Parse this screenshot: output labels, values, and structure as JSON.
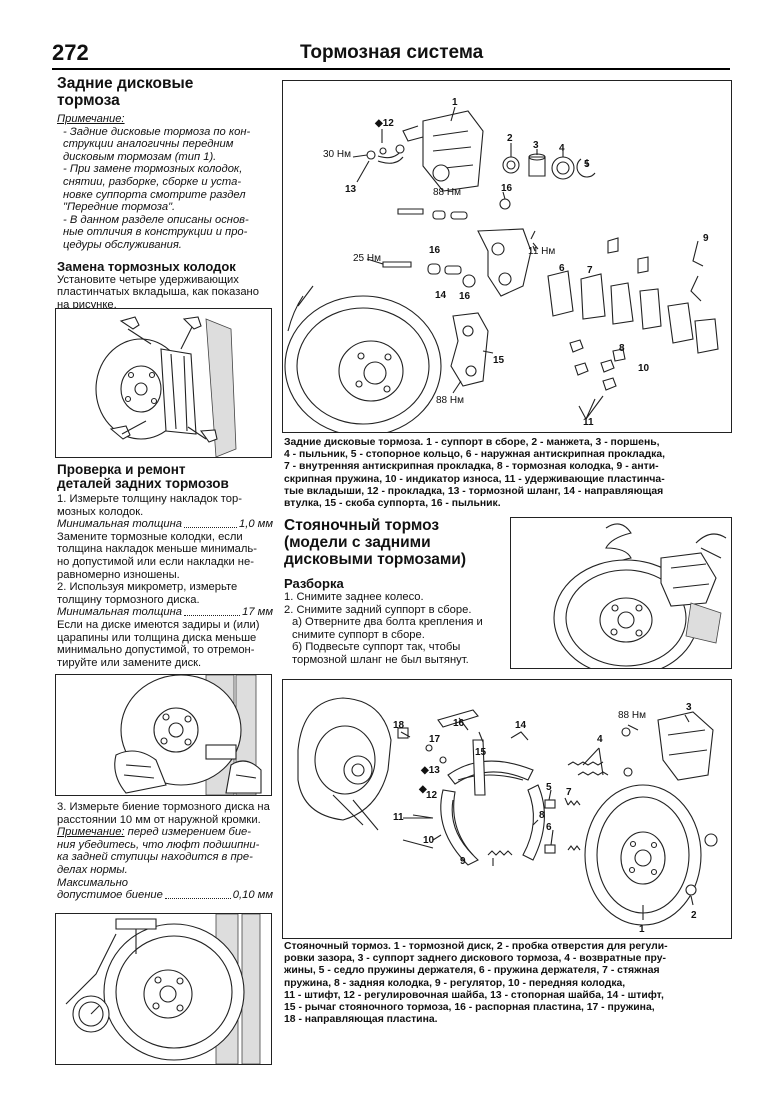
{
  "header": {
    "page_number": "272",
    "section_title": "Тормозная система"
  },
  "left": {
    "rear_disc": {
      "title_line1": "Задние дисковые",
      "title_line2": "тормоза",
      "note_label": "Примечание:",
      "note_lines": [
        "- Задние дисковые тормоза по кон-",
        "струкции аналогичны передним",
        "дисковым тормозам (тип 1).",
        "- При замене тормозных колодок,",
        "снятии, разборке, сборке и уста-",
        "новке суппорта смотрите раздел",
        "\"Передние тормоза\".",
        "- В данном разделе описаны основ-",
        "ные отличия в конструкции и про-",
        "цедуры обслуживания."
      ]
    },
    "pad_replace": {
      "title": "Замена тормозных колодок",
      "lines": [
        "Установите четыре удерживающих",
        "пластинчатых вкладыша, как показано",
        "на рисунке."
      ]
    },
    "check": {
      "title_line1": "Проверка и ремонт",
      "title_line2": "деталей задних тормозов",
      "lines_a": [
        "1. Измерьте толщину накладок тор-",
        "мозных колодок."
      ],
      "spec1_label": "Минимальная толщина",
      "spec1_value": "1,0 мм",
      "lines_b": [
        "Замените тормозные колодки, если",
        "толщина накладок меньше минималь-",
        "но допустимой или если накладки не-",
        "равномерно изношены.",
        "2. Используя микрометр, измерьте",
        "толщину тормозного диска."
      ],
      "spec2_label": "Минимальная толщина",
      "spec2_value": "17 мм",
      "lines_c": [
        "Если на диске имеются задиры и (или)",
        "царапины или толщина диска меньше",
        "минимально допустимой, то отремон-",
        "тируйте или замените диск."
      ]
    },
    "runout": {
      "lines": [
        "3. Измерьте биение тормозного диска на",
        "расстоянии 10 мм от наружной кромки."
      ],
      "note_label": "Примечание:",
      "note_lines": [
        "перед измерением бие-",
        "ния убедитесь, что люфт подшипни-",
        "ка задней ступицы находится в пре-",
        "делах нормы."
      ],
      "spec_label1": "Максимально",
      "spec_label2": "допустимое биение",
      "spec_value": "0,10 мм"
    }
  },
  "fig1": {
    "callouts": [
      "1",
      "2",
      "3",
      "4",
      "5",
      "6",
      "7",
      "8",
      "9",
      "10",
      "11",
      "12",
      "13",
      "14",
      "15",
      "16",
      "16",
      "16"
    ],
    "torques": [
      "30 Нм",
      "88 Нм",
      "25 Нм",
      "11 Нм",
      "88 Нм"
    ],
    "marker": "◆12",
    "caption": [
      "Задние дисковые тормоза. 1 - суппорт в сборе, 2 - манжета, 3 - поршень,",
      "4 - пыльник, 5 - стопорное кольцо, 6 - наружная антискрипная прокладка,",
      "7 - внутренняя антискрипная прокладка, 8 - тормозная колодка, 9 - анти-",
      "скрипная пружина, 10 - индикатор износа, 11 - удерживающие пластинча-",
      "тые вкладыши, 12 - прокладка, 13 - тормозной шланг, 14 - направляющая",
      "втулка, 15 - скоба суппорта, 16 - пыльник."
    ]
  },
  "parking": {
    "title_lines": [
      "Стояночный тормоз",
      "(модели с задними",
      "дисковыми тормозами)"
    ],
    "sub_title": "Разборка",
    "lines": [
      "1. Снимите заднее колесо.",
      "2. Снимите задний суппорт в сборе.",
      "а) Отверните два болта крепления и",
      "снимите суппорт в сборе.",
      "б) Подвесьте суппорт так, чтобы",
      "тормозной шланг не был вытянут."
    ]
  },
  "fig2": {
    "callouts": [
      "1",
      "2",
      "3",
      "4",
      "5",
      "6",
      "7",
      "8",
      "9",
      "10",
      "11",
      "12",
      "13",
      "14",
      "15",
      "16",
      "17",
      "18"
    ],
    "torque": "88 Нм",
    "markers": [
      "◆13",
      "◆"
    ],
    "caption": [
      "Стояночный тормоз. 1 - тормозной диск, 2 - пробка отверстия для регули-",
      "ровки зазора, 3 - суппорт заднего дискового тормоза, 4 - возвратные пру-",
      "жины, 5 - седло пружины держателя, 6 - пружина держателя, 7 - стяжная",
      "пружина, 8 - задняя колодка, 9 - регулятор, 10 - передняя колодка,",
      "11 - штифт, 12 - регулировочная шайба, 13 - стопорная шайба, 14 - штифт,",
      "15 - рычаг стояночного тормоза, 16 - распорная пластина, 17 - пружина,",
      "18 - направляющая пластина."
    ]
  }
}
